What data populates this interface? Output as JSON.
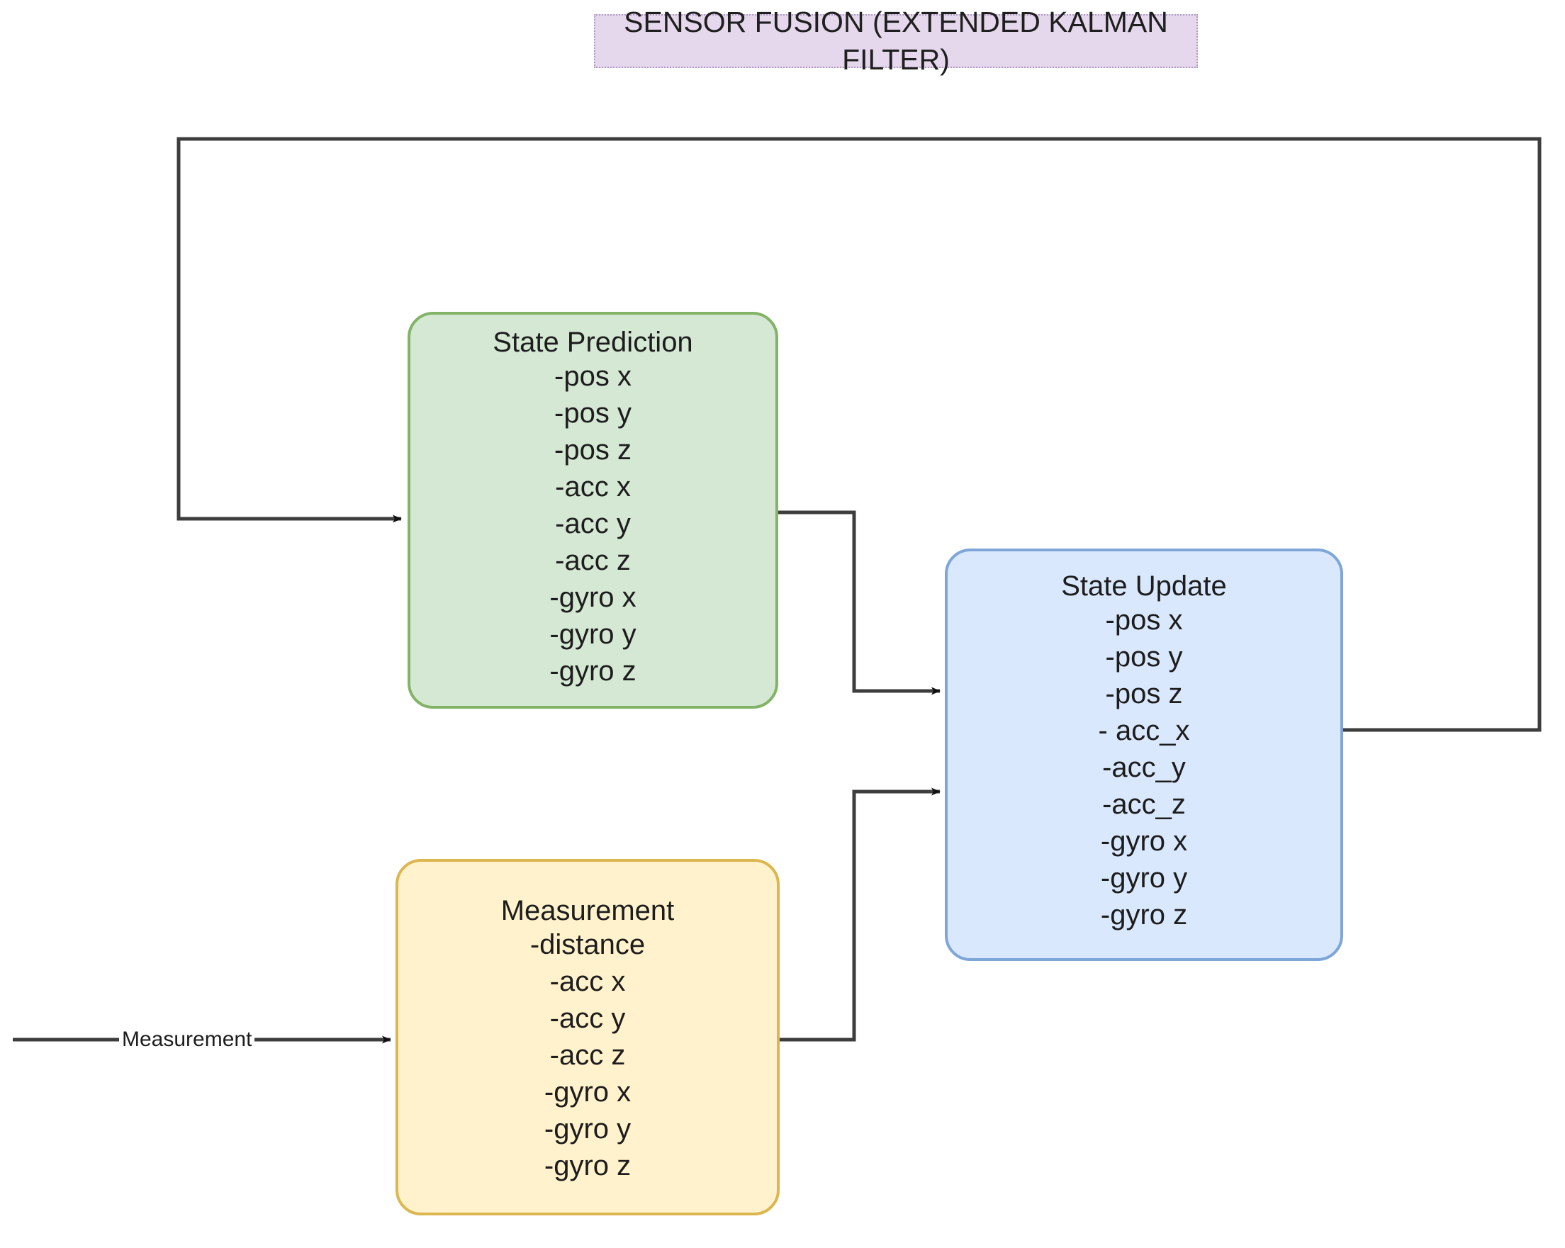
{
  "title": {
    "text": "SENSOR FUSION (EXTENDED KALMAN FILTER)",
    "fill": "#e5d8ec",
    "border": "#b39cc4"
  },
  "nodes": [
    {
      "id": "state-prediction",
      "title": "State Prediction",
      "items": [
        "-pos x",
        "-pos y",
        "-pos z",
        "-acc x",
        "-acc y",
        "-acc z",
        "-gyro x",
        "-gyro y",
        "-gyro z"
      ],
      "fill": "#d5e8d4",
      "border": "#82b366"
    },
    {
      "id": "state-update",
      "title": "State Update",
      "items": [
        "-pos x",
        "-pos y",
        "-pos z",
        "- acc_x",
        "-acc_y",
        "-acc_z",
        "-gyro x",
        "-gyro y",
        "-gyro z"
      ],
      "fill": "#d9e8fc",
      "border": "#7ea6d9"
    },
    {
      "id": "measurement",
      "title": "Measurement",
      "items": [
        "-distance",
        "-acc x",
        "-acc y",
        "-acc z",
        "-gyro x",
        "-gyro y",
        "-gyro z"
      ],
      "fill": "#fff2cc",
      "border": "#dcb64f"
    }
  ],
  "edges": {
    "measurement_input_label": "Measurement",
    "line_color": "#3d3d3d"
  }
}
